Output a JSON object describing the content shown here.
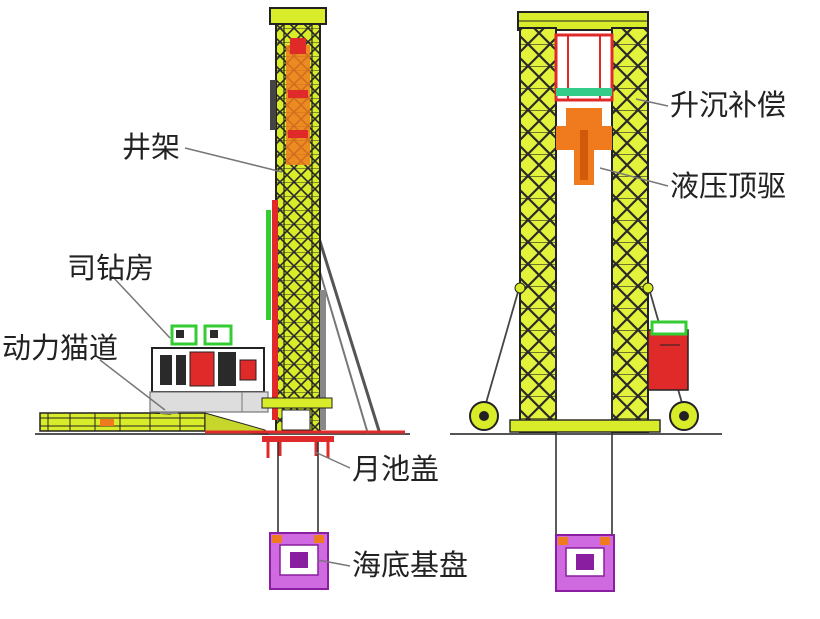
{
  "labels": {
    "derrick": "井架",
    "driller_cabin": "司钻房",
    "catwalk": "动力猫道",
    "moonpool_cover": "月池盖",
    "subsea_template": "海底基盘",
    "heave_compensation": "升沉补偿",
    "hydraulic_top_drive": "液压顶驱"
  },
  "colors": {
    "truss": "#d8ec2a",
    "truss_dark": "#222222",
    "orange": "#f07a1e",
    "red": "#e02a2a",
    "green": "#33cc33",
    "magenta": "#c83ad8",
    "gray": "#888888",
    "leader": "#777777"
  }
}
